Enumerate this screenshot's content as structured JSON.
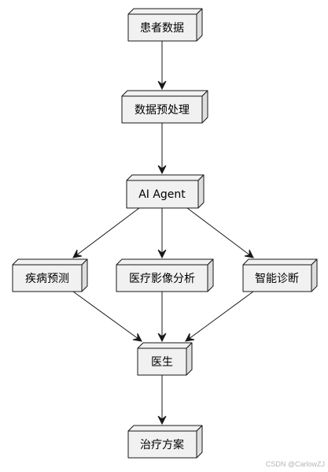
{
  "diagram": {
    "nodes": [
      {
        "id": "patient_data",
        "label": "患者数据"
      },
      {
        "id": "preprocess",
        "label": "数据预处理"
      },
      {
        "id": "ai_agent",
        "label": "AI Agent"
      },
      {
        "id": "disease_prediction",
        "label": "疾病预测"
      },
      {
        "id": "image_analysis",
        "label": "医疗影像分析"
      },
      {
        "id": "smart_diagnosis",
        "label": "智能诊断"
      },
      {
        "id": "doctor",
        "label": "医生"
      },
      {
        "id": "treatment_plan",
        "label": "治疗方案"
      }
    ],
    "edges": [
      {
        "from": "patient_data",
        "to": "preprocess"
      },
      {
        "from": "preprocess",
        "to": "ai_agent"
      },
      {
        "from": "ai_agent",
        "to": "disease_prediction"
      },
      {
        "from": "ai_agent",
        "to": "image_analysis"
      },
      {
        "from": "ai_agent",
        "to": "smart_diagnosis"
      },
      {
        "from": "disease_prediction",
        "to": "doctor"
      },
      {
        "from": "image_analysis",
        "to": "doctor"
      },
      {
        "from": "smart_diagnosis",
        "to": "doctor"
      },
      {
        "from": "doctor",
        "to": "treatment_plan"
      }
    ],
    "colors": {
      "node_fill": "#f1f1f1",
      "node_side": "#dedede",
      "node_stroke": "#181818",
      "edge": "#181818"
    }
  },
  "watermark": {
    "text": "CSDN @CarlowZJ"
  }
}
